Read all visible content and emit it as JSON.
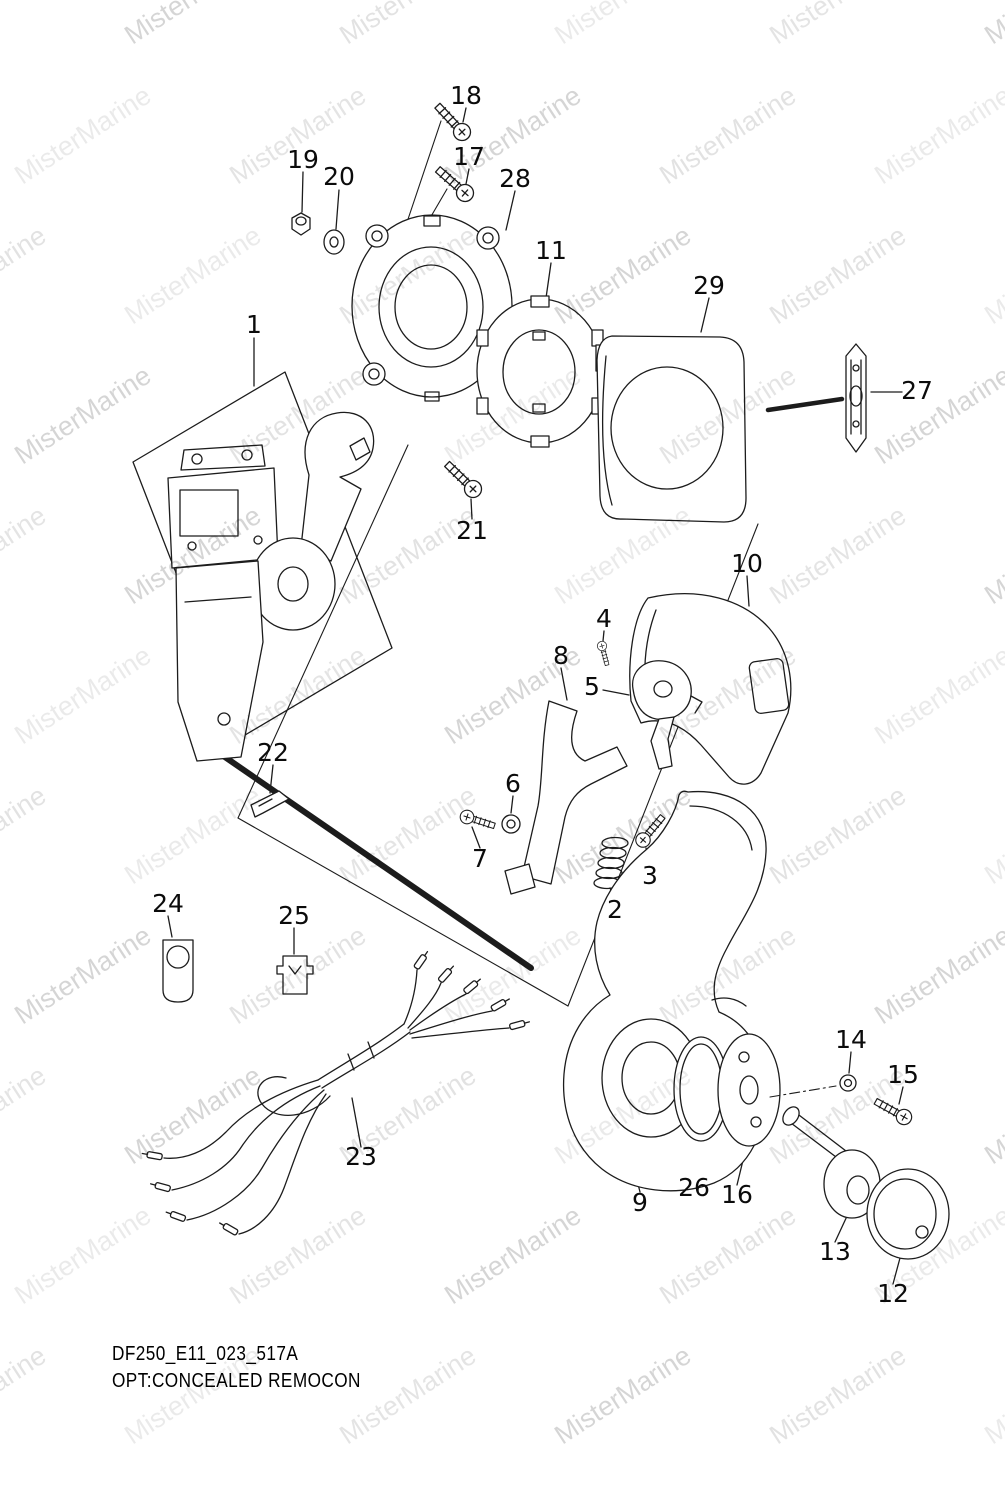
{
  "watermark": {
    "text": "MisterMarine"
  },
  "caption": {
    "line1": "DF250_E11_023_517A",
    "line2": "OPT:CONCEALED REMOCON"
  },
  "diagram": {
    "description": "Exploded parts diagram - concealed remote control assembly",
    "callouts": [
      "1",
      "2",
      "3",
      "4",
      "5",
      "6",
      "7",
      "8",
      "9",
      "10",
      "11",
      "12",
      "13",
      "14",
      "15",
      "16",
      "17",
      "18",
      "19",
      "20",
      "21",
      "22",
      "23",
      "24",
      "25",
      "26",
      "27",
      "28",
      "29"
    ]
  }
}
